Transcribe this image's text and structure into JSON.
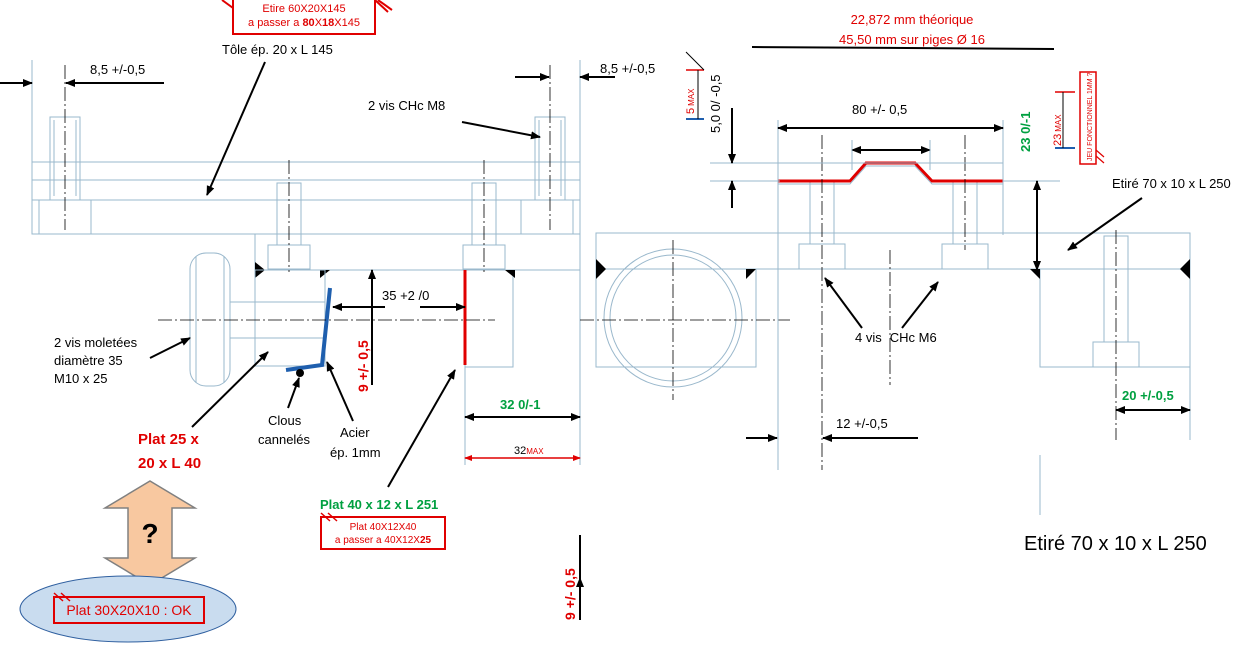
{
  "top_left": {
    "label_box_line1": "Etire 60X20X145",
    "label_box_line2_a": "a passer a ",
    "label_box_line2_b": "80",
    "label_box_line2_c": "X",
    "label_box_line2_d": "18",
    "label_box_line2_e": "X145",
    "sheet_label": "Tôle ép. 20 x L 145",
    "dim_left": "8,5 +/-0,5",
    "dim_right": "8,5 +/-0,5",
    "screws_m8": "2 vis CHc M8",
    "dim_35": "35 +2 /0",
    "dim_9_red": "9 +/- 0,5",
    "knurled_1": "2 vis moletées",
    "knurled_2": "diamètre 35",
    "knurled_3": "M10 x 25",
    "plat25_1": "Plat 25 x",
    "plat25_2": "20 x L 40",
    "clous_1": "Clous",
    "clous_2": "cannelés",
    "acier_1": "Acier",
    "acier_2": "ép. 1mm",
    "dim_32_green": "32  0/-1",
    "dim_32_max": "32",
    "max_word": "MAX",
    "plat40_green": "Plat 40 x 12 x L 251",
    "plat40_box1": "Plat  40X12X40",
    "plat40_box2_a": "a passer a 40X12X",
    "plat40_box2_b": "25",
    "question": "?",
    "plat30": "Plat 30X20X10 : OK",
    "dim_9_bottom": "9 +/- 0,5"
  },
  "top_right": {
    "theo_1": "22,872 mm théorique",
    "theo_2": "45,50 mm sur piges Ø 16",
    "dim_5max": "5",
    "dim_50": "5,0  0/ -0,5",
    "dim_80": "80 +/- 0,5",
    "dim_23_green": "23  0/-1",
    "dim_23_max": "23",
    "jeu": "JEU FONCTIONNEL 1MM ?",
    "etire_label": "Etiré 70 x 10 x L 250",
    "screws_m6_a": "4 vis",
    "screws_m6_b": "CHc M6",
    "dim_12": "12 +/-0,5",
    "dim_20_green": "20 +/-0,5",
    "etire_big": "Etiré 70 x 10 x L 250"
  },
  "colors": {
    "red": "#e00000",
    "green": "#00a040",
    "blue": "#1f5fae",
    "arrow_fill": "#f8c8a0",
    "ellipse_fill": "#c9dcef",
    "part_line": "#9ab8cc"
  }
}
